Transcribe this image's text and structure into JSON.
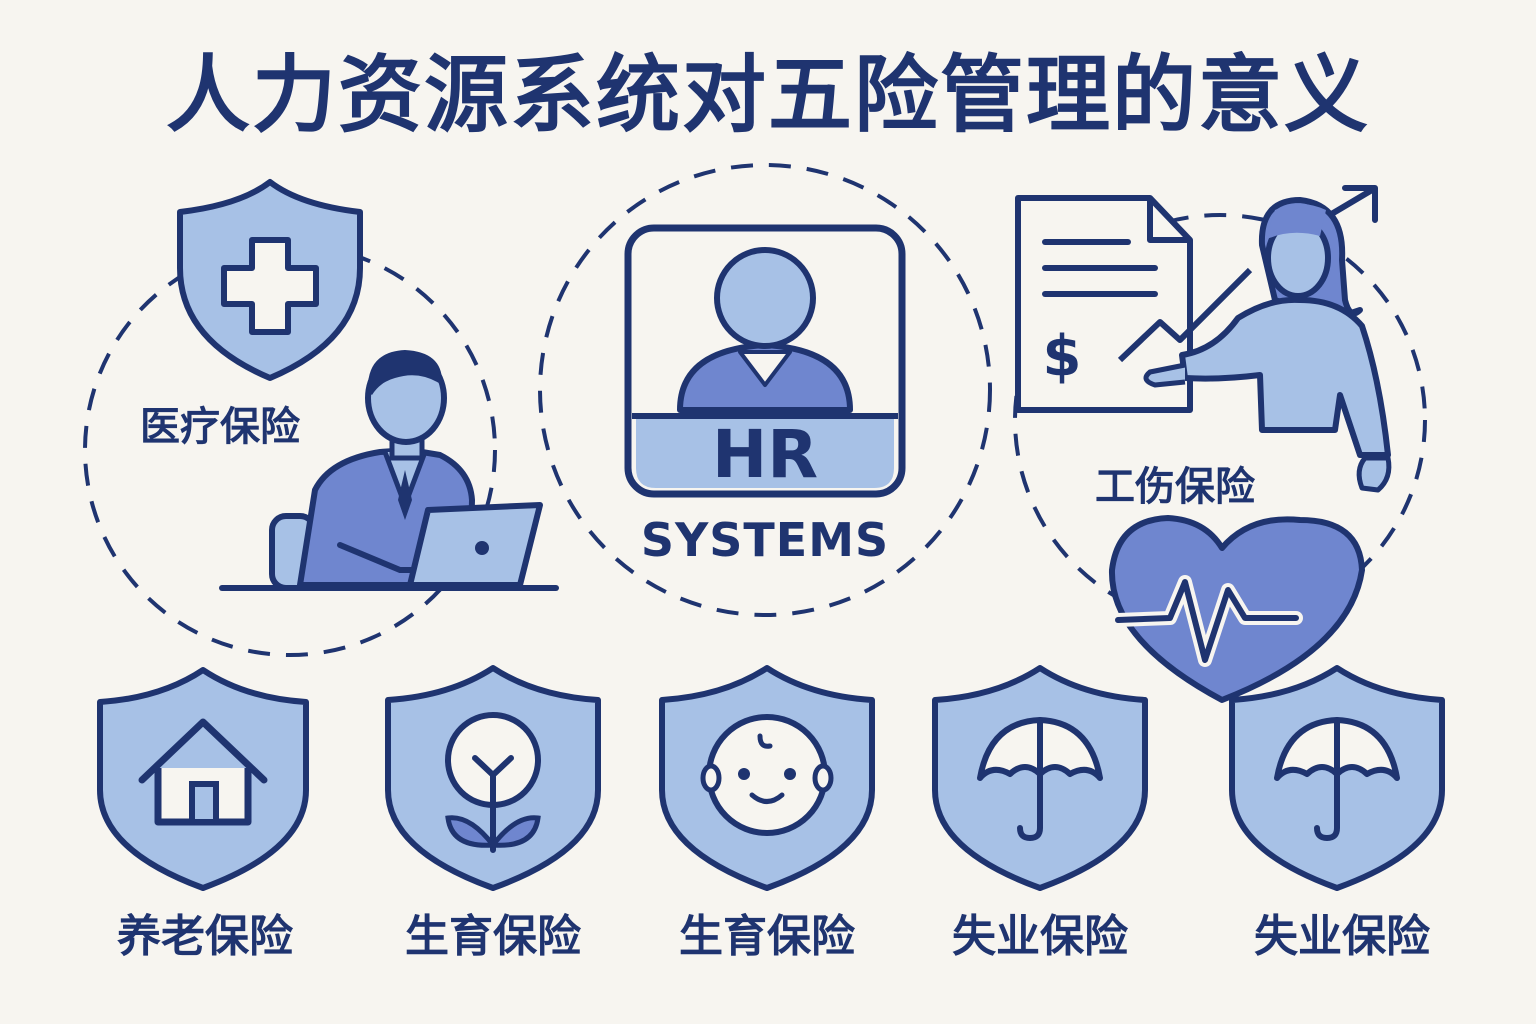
{
  "title": "人力资源系统对五险管理的意义",
  "center": {
    "hr": "HR",
    "systems": "SYSTEMS"
  },
  "labels": {
    "medical": "医疗保险",
    "injury": "工伤保险",
    "pension": "养老保险",
    "maternity_1": "生育保险",
    "maternity_2": "生育保险",
    "unemployment_1": "失业保险",
    "unemployment_2": "失业保险"
  },
  "icons": [
    "medical-cross-shield-icon",
    "businessman-laptop-icon",
    "hr-profile-monitor-icon",
    "document-dollar-icon",
    "growth-arrow-icon",
    "woman-presenter-icon",
    "heartbeat-heart-icon",
    "house-shield-icon",
    "plant-shield-icon",
    "baby-shield-icon",
    "umbrella-shield-icon"
  ],
  "colors": {
    "navy": "#1f3470",
    "light_blue": "#a7c1e6",
    "mid_blue": "#6f86cf",
    "background": "#f7f5f0"
  }
}
